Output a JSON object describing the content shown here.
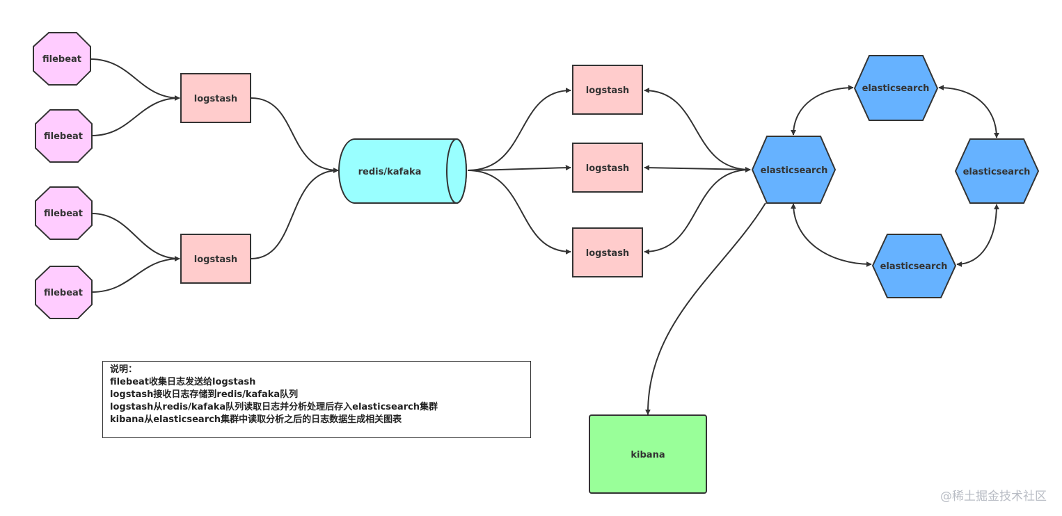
{
  "colors": {
    "filebeat": "#ffccff",
    "logstash": "#ffcccc",
    "queue": "#99ffff",
    "elasticsearch": "#66b2ff",
    "kibana": "#99ff99",
    "stroke": "#333333"
  },
  "nodes": {
    "filebeat_1": "filebeat",
    "filebeat_2": "filebeat",
    "filebeat_3": "filebeat",
    "filebeat_4": "filebeat",
    "logstash_shipper_1": "logstash",
    "logstash_shipper_2": "logstash",
    "queue": "redis/kafaka",
    "logstash_indexer_1": "logstash",
    "logstash_indexer_2": "logstash",
    "logstash_indexer_3": "logstash",
    "es_main": "elasticsearch",
    "es_top": "elasticsearch",
    "es_right": "elasticsearch",
    "es_bottom": "elasticsearch",
    "kibana": "kibana"
  },
  "note": {
    "title": "说明：",
    "lines": [
      "filebeat收集日志发送给logstash",
      "logstash接收日志存储到redis/kafaka队列",
      "logstash从redis/kafaka队列读取日志并分析处理后存入elasticsearch集群",
      "kibana从elasticsearch集群中读取分析之后的日志数据生成相关图表"
    ]
  },
  "watermark": "@稀土掘金技术社区"
}
